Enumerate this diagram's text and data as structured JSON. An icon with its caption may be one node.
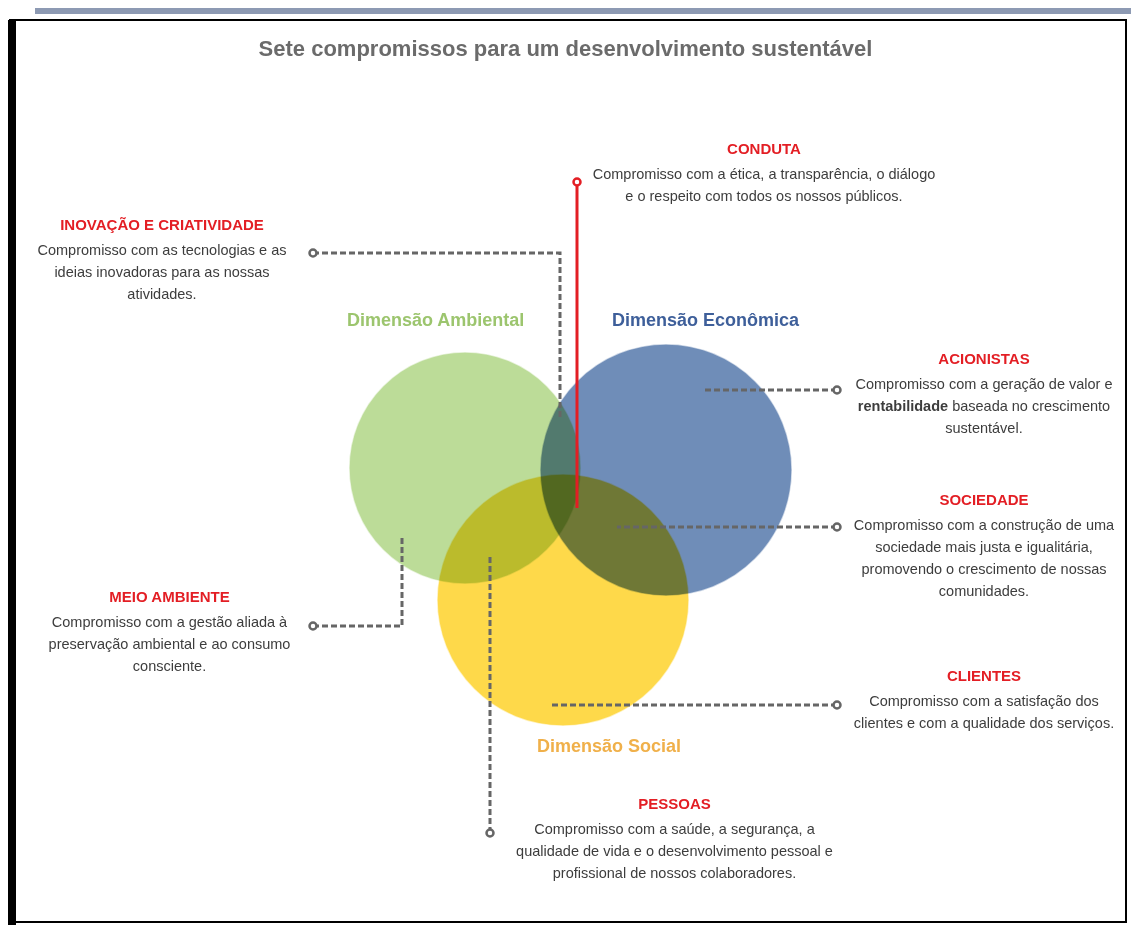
{
  "diagram": {
    "title": "Sete compromissos para um desenvolvimento sustentável",
    "nodes": [
      {
        "text": [
          "CONDUTA",
          "Compromisso com a ética, a transparência, o diálogo e o respeito com todos os nossos públicos."
        ]
      },
      {
        "text": [
          "INOVAÇÃO E CRIATIVIDADE",
          "Compromisso com as tecnologias e as ideias inovadoras para as nossas atividades."
        ]
      },
      {
        "text": [
          "Dimensão Ambiental"
        ]
      },
      {
        "text": [
          "Dimensão Econômica"
        ]
      },
      {
        "text": [
          "ACIONISTAS",
          "Compromisso com a geração de valor e **rentabilidade** baseada no crescimento sustentável."
        ]
      },
      {
        "text": [
          "SOCIEDADE",
          "Compromisso com a construção de uma sociedade mais justa e igualitária, promovendo o crescimento de nossas comunidades."
        ]
      },
      {
        "text": [
          "MEIO AMBIENTE",
          "Compromisso com a gestão aliada à preservação ambiental e ao consumo consciente."
        ]
      },
      {
        "text": [
          "CLIENTES",
          "Compromisso com a satisfação dos clientes e com a qualidade dos serviços."
        ]
      },
      {
        "text": [
          "Dimensão Social"
        ]
      },
      {
        "text": [
          "PESSOAS",
          "Compromisso com a saúde, a segurança, a qualidade de vida e o desenvolvimento pessoal e profissional de nossos colaboradores."
        ]
      }
    ],
    "edges": [
      {
        "from": 1,
        "to": 2,
        "arrow": "other",
        "style": "dashed"
      },
      {
        "from": 0,
        "to": 3,
        "arrow": "other",
        "color": "#e31e24"
      },
      {
        "from": 4,
        "to": 3,
        "arrow": "other",
        "style": "dashed"
      },
      {
        "from": 5,
        "to": 3,
        "arrow": "other",
        "style": "dashed"
      },
      {
        "from": 6,
        "to": 2,
        "arrow": "other",
        "style": "dashed"
      },
      {
        "from": 7,
        "to": 8,
        "arrow": "other",
        "style": "dashed"
      },
      {
        "from": 9,
        "to": 2,
        "arrow": "other",
        "style": "dashed"
      }
    ]
  }
}
